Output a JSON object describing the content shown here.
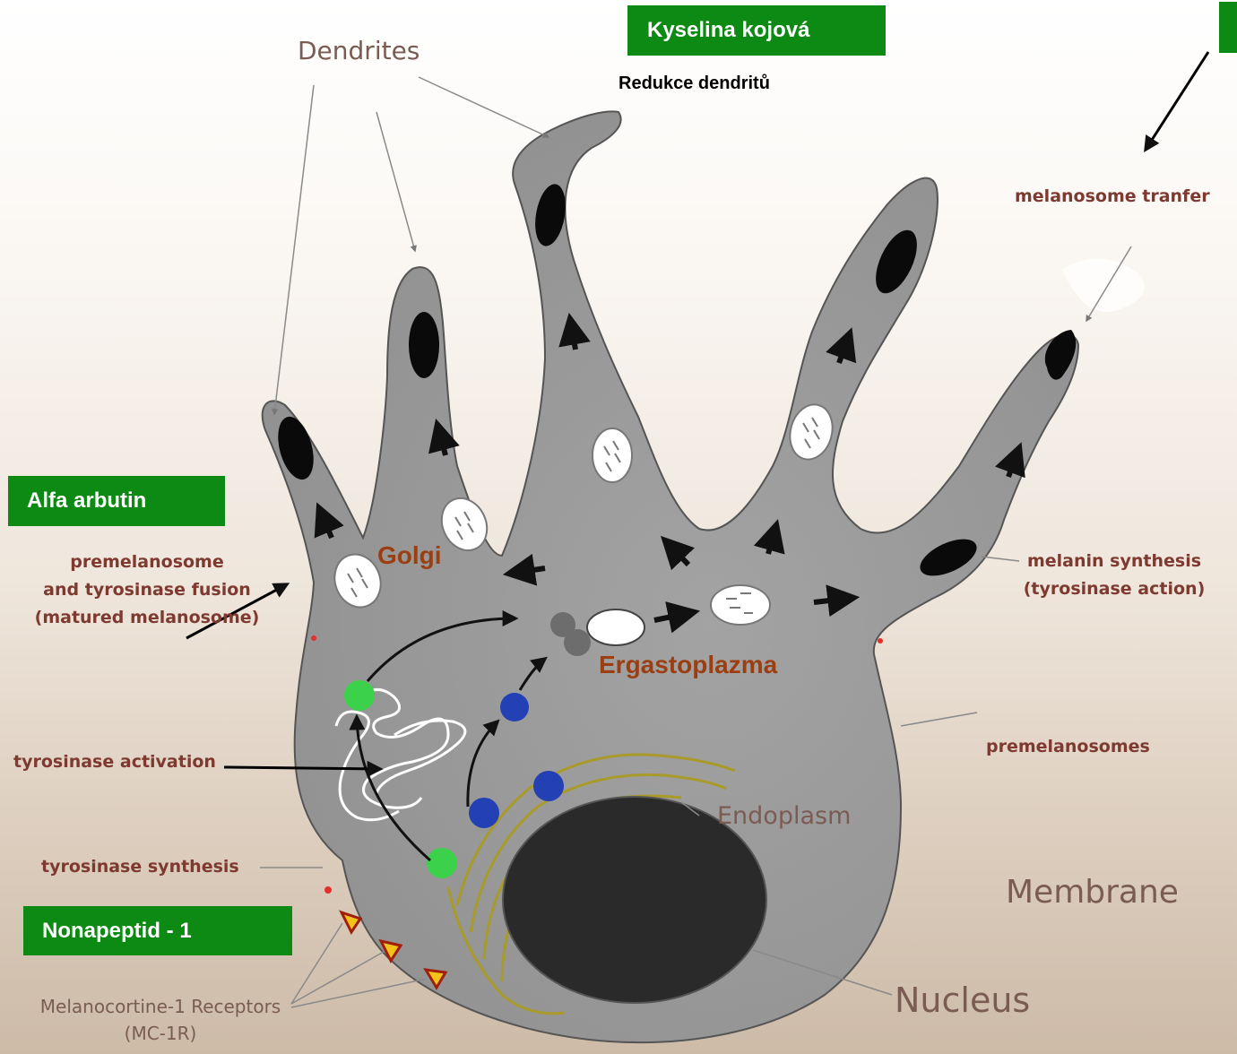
{
  "labels": {
    "dendrites": "Dendrites",
    "subtitle": "Redukce dendritů",
    "melanosome_transfer": "melanosome tranfer",
    "premelanosome_fusion": [
      "premelanosome",
      "and tyrosinase fusion",
      "(matured melanosome)"
    ],
    "melanin_synthesis": [
      "melanin synthesis",
      "(tyrosinase action)"
    ],
    "tyrosinase_activation": "tyrosinase activation",
    "premelanosomes": "premelanosomes",
    "endoplasm": "Endoplasm",
    "tyrosinase_synthesis": "tyrosinase synthesis",
    "membrane": "Membrane",
    "receptors": [
      "Melanocortine-1 Receptors",
      "(MC-1R)"
    ],
    "nucleus": "Nucleus",
    "golgi": "Golgi",
    "ergastoplazma": "Ergastoplazma"
  },
  "green_boxes": {
    "kyselina": "Kyselina kojová",
    "alfa": "Alfa arbutin",
    "nonapeptid": "Nonapeptid - 1"
  },
  "colors": {
    "cell": "#9c9c9c",
    "green_box": "#0c8a13",
    "callout_text": "#9b3f12",
    "label_text": "#7e3a30",
    "vesicle_green": "#3bd14a",
    "vesicle_blue": "#2340b5",
    "receptor": "#f3c31a"
  }
}
